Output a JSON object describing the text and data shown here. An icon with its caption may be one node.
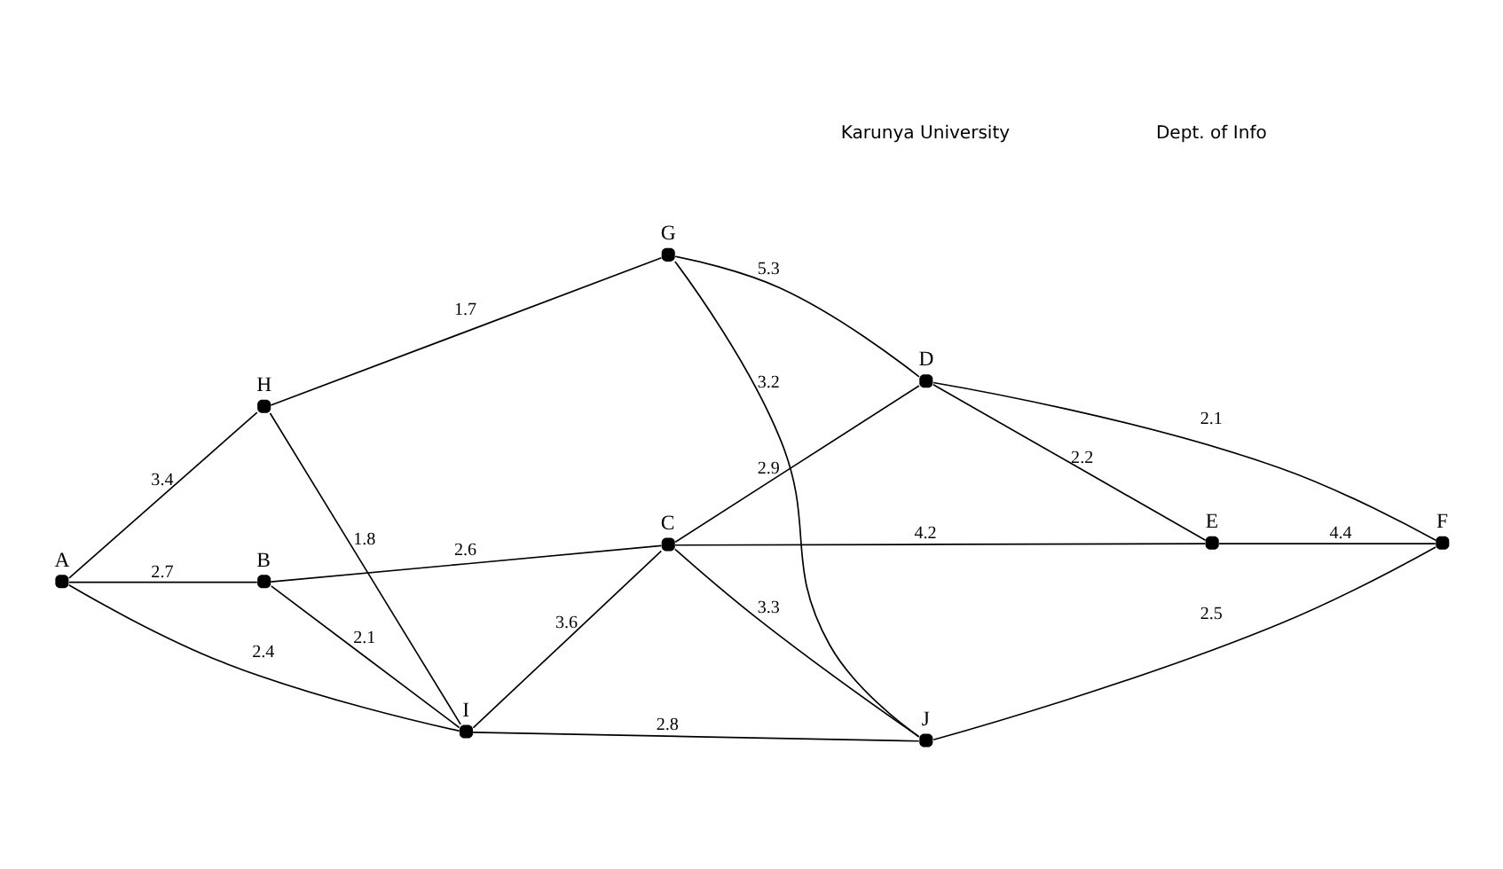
{
  "diagram": {
    "nodes": [
      {
        "text": [],
        "shape": "circle",
        "beside": [
          "A"
        ]
      },
      {
        "text": [],
        "shape": "circle",
        "beside": [
          "B"
        ]
      },
      {
        "text": [],
        "shape": "circle",
        "beside": [
          "C"
        ]
      },
      {
        "text": [],
        "shape": "circle",
        "beside": [
          "E"
        ]
      },
      {
        "text": [],
        "shape": "circle",
        "beside": [
          "I"
        ]
      },
      {
        "text": [],
        "shape": "circle",
        "beside": [
          "D"
        ]
      },
      {
        "text": [],
        "shape": "circle",
        "beside": [
          "J"
        ]
      },
      {
        "text": [],
        "shape": "circle",
        "beside": [
          "H"
        ]
      },
      {
        "text": [],
        "shape": "circle",
        "beside": [
          "F"
        ]
      },
      {
        "text": [],
        "shape": "circle",
        "beside": [
          "G"
        ]
      }
    ],
    "edges": [
      {
        "from": 0,
        "to": 1,
        "arrow": "none",
        "label": "2.7"
      },
      {
        "from": 1,
        "to": 2,
        "arrow": "none",
        "label": "2.6"
      },
      {
        "from": 2,
        "to": 3,
        "arrow": "none",
        "label": "4.2"
      },
      {
        "from": 0,
        "to": 4,
        "arrow": "none",
        "label": "2.4"
      },
      {
        "from": 1,
        "to": 4,
        "arrow": "none",
        "label": "2.1"
      },
      {
        "from": 4,
        "to": 2,
        "arrow": "none",
        "label": "3.6"
      },
      {
        "from": 2,
        "to": 6,
        "arrow": "none",
        "label": "3.3"
      },
      {
        "from": 2,
        "to": 5,
        "arrow": "none",
        "label": "2.9"
      },
      {
        "from": 5,
        "to": 3,
        "arrow": "none",
        "label": "2.2"
      },
      {
        "from": 0,
        "to": 7,
        "arrow": "none",
        "label": "3.4"
      },
      {
        "from": 7,
        "to": 4,
        "arrow": "none",
        "label": "1.8"
      },
      {
        "from": 4,
        "to": 6,
        "arrow": "none",
        "label": "2.8"
      },
      {
        "from": 5,
        "to": 8,
        "arrow": "none",
        "label": "2.1"
      },
      {
        "from": 3,
        "to": 8,
        "arrow": "none",
        "label": "4.4"
      },
      {
        "from": 6,
        "to": 8,
        "arrow": "none",
        "label": "2.5"
      },
      {
        "from": 7,
        "to": 9,
        "arrow": "none",
        "label": "1.7"
      },
      {
        "from": 9,
        "to": 6,
        "arrow": "none",
        "label": "3.2"
      },
      {
        "from": 9,
        "to": 5,
        "arrow": "none",
        "label": "5.3"
      }
    ],
    "labels": [
      "Karunya University",
      "Dept. of Info"
    ]
  }
}
